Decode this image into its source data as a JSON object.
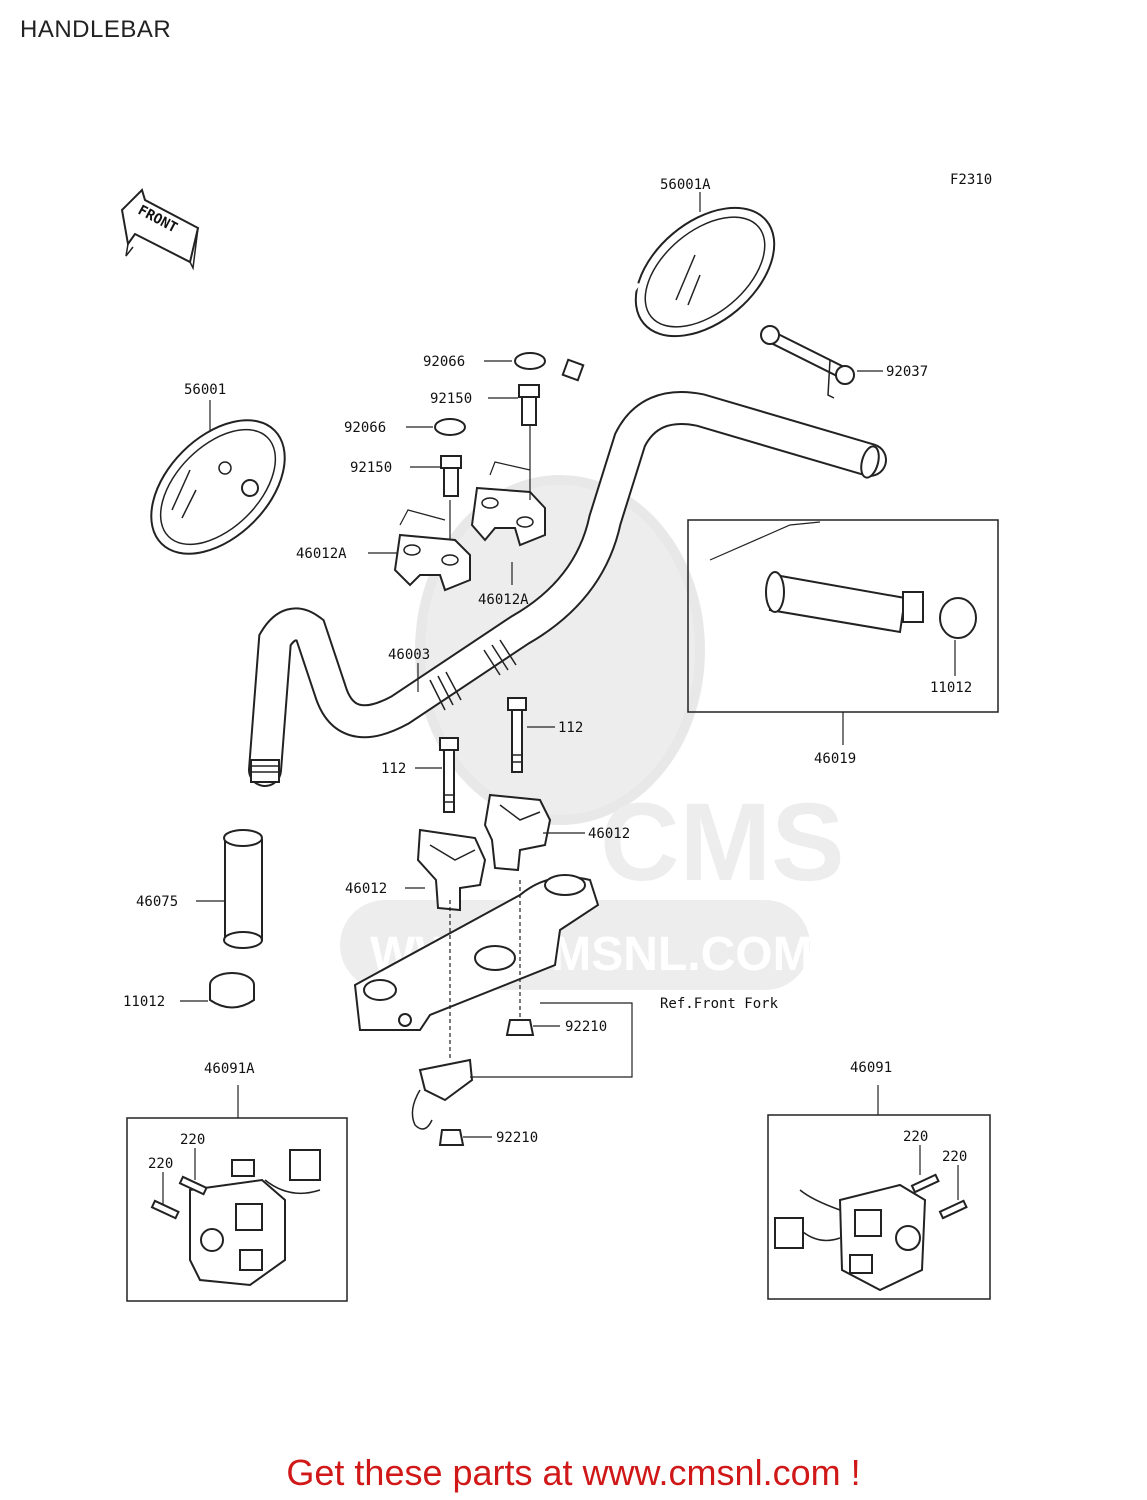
{
  "title": "HANDLEBAR",
  "figure_code": "F2310",
  "front_arrow_label": "FRONT",
  "watermark": {
    "brand": "CMS",
    "url": "WWW.CMSNL.COM"
  },
  "callouts": [
    "56001A",
    "92066",
    "92037",
    "92150",
    "56001",
    "92066",
    "92150",
    "46012A",
    "46012A",
    "46003",
    "112",
    "112",
    "46012",
    "46012",
    "11012",
    "46019",
    "46075",
    "11012",
    "Ref.Front Fork",
    "92210",
    "92210",
    "46091A",
    "220",
    "220",
    "46091",
    "220",
    "220"
  ],
  "footer_text": "Get these parts at www.cmsnl.com !"
}
